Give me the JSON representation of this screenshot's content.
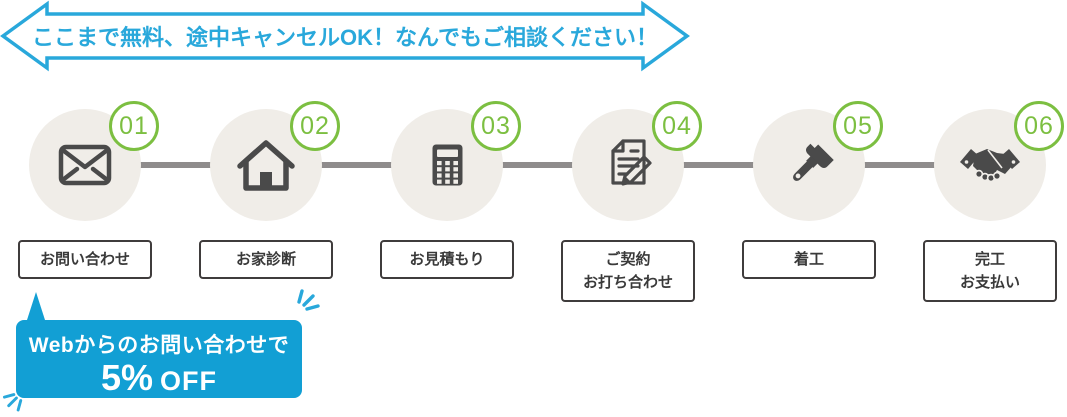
{
  "banner": {
    "text": "ここまで無料、途中キャンセルOK！なんでもご相談ください！"
  },
  "steps": [
    {
      "number": "01",
      "icon": "envelope-icon",
      "label_lines": [
        "お問い合わせ"
      ]
    },
    {
      "number": "02",
      "icon": "house-icon",
      "label_lines": [
        "お家診断"
      ]
    },
    {
      "number": "03",
      "icon": "calculator-icon",
      "label_lines": [
        "お見積もり"
      ]
    },
    {
      "number": "04",
      "icon": "document-pen-icon",
      "label_lines": [
        "ご契約",
        "お打ち合わせ"
      ]
    },
    {
      "number": "05",
      "icon": "paintbrush-icon",
      "label_lines": [
        "着工"
      ]
    },
    {
      "number": "06",
      "icon": "handshake-icon",
      "label_lines": [
        "完工",
        "お支払い"
      ]
    }
  ],
  "promo": {
    "line1": "Webからのお問い合わせで",
    "discount": "5%",
    "off_label": "OFF"
  },
  "colors": {
    "banner_cyan": "#29A8DB",
    "promo_blue": "#129FD4",
    "badge_green": "#7CBF41",
    "circle_beige": "#F0EDE8",
    "icon_gray": "#4A4A4A",
    "connector_gray": "#8F8C8C",
    "label_border": "#3F3C3C",
    "label_text": "#3A3A3A"
  }
}
